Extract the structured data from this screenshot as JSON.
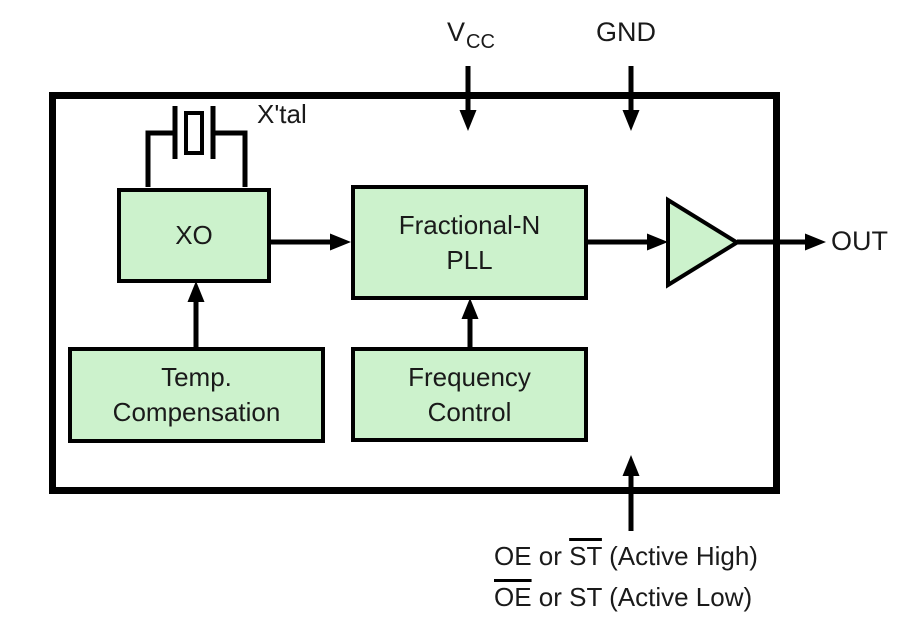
{
  "diagram_type": "functional-block-diagram",
  "colors": {
    "block_fill": "#ccf2cc",
    "line": "#000000",
    "background": "#ffffff",
    "text": "#1a1a1a"
  },
  "pins": {
    "vcc_main": "V",
    "vcc_sub": "CC",
    "gnd": "GND",
    "out": "OUT"
  },
  "crystal": {
    "label": "X'tal"
  },
  "blocks": {
    "xo": "XO",
    "pll": "Fractional-N\nPLL",
    "temp": "Temp.\nCompensation",
    "freq": "Frequency\nControl"
  },
  "control_labels": {
    "line1_pre": "OE or ",
    "line1_overline": "ST",
    "line1_post": " (Active High)",
    "line2_pre": "",
    "line2_overline": "OE",
    "line2_post": " or ST (Active Low)"
  },
  "icons": {
    "crystal_symbol": "quartz-crystal-schematic-symbol",
    "buffer_triangle": "output-buffer-amplifier-triangle",
    "arrows": "signal-flow-arrows"
  }
}
